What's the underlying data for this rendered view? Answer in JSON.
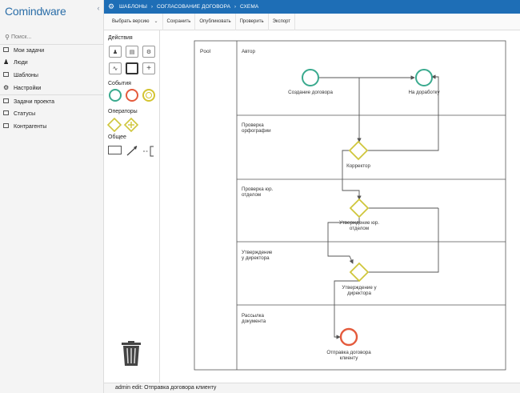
{
  "app": {
    "logo_prefix": "C",
    "logo_rest": "omindware",
    "collapse_glyph": "‹"
  },
  "sidebar": {
    "search_placeholder": "Поиск...",
    "items": [
      {
        "label": "Мои задачи",
        "icon": "tasks-icon"
      },
      {
        "label": "Люди",
        "icon": "people-icon"
      },
      {
        "label": "Шаблоны",
        "icon": "templates-icon"
      },
      {
        "label": "Настройки",
        "icon": "gears-icon"
      },
      {
        "label": "Задачи проекта",
        "icon": "project-tasks-icon"
      },
      {
        "label": "Статусы",
        "icon": "statuses-icon"
      },
      {
        "label": "Контрагенты",
        "icon": "contractors-icon"
      }
    ]
  },
  "breadcrumb": {
    "items": [
      "Шаблоны",
      "Согласование договора",
      "Схема"
    ]
  },
  "toolbar": {
    "select_version": "Выбрать версию",
    "save": "Сохранить",
    "publish": "Опубликовать",
    "check": "Проверить",
    "export": "Экспорт"
  },
  "palette": {
    "actions_title": "Действия",
    "events_title": "События",
    "operators_title": "Операторы",
    "general_title": "Общее"
  },
  "diagram": {
    "pool_label": "Pool",
    "lanes": [
      "Автор",
      "Проверка\nорфографии",
      "Проверка юр.\nотделом",
      "Утверждение\nу директора",
      "Рассылка\nдокумента"
    ],
    "nodes": {
      "create": "Создание договора",
      "rework": "На доработку",
      "corrector": "Корректор",
      "legal1": "Утверждение юр.",
      "legal2": "отделом",
      "director1": "Утверждение у",
      "director2": "директора",
      "send1": "Отправка договора",
      "send2": "клиенту"
    }
  },
  "status": {
    "text": "admin edit: Отправка договора клиенту"
  },
  "colors": {
    "header": "#1e6eb6",
    "start_event": "#3aaa8e",
    "end_event": "#e45a3c",
    "intermediate_event": "#d4c430",
    "gateway": "#cfc63c"
  }
}
